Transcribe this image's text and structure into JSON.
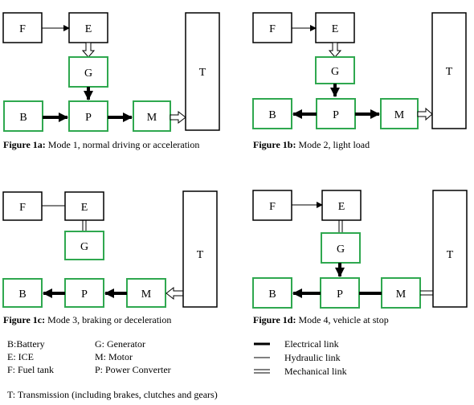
{
  "labels": {
    "F": "F",
    "E": "E",
    "G": "G",
    "B": "B",
    "P": "P",
    "M": "M",
    "T": "T"
  },
  "panels": [
    {
      "fig": "Figure 1a:",
      "desc": " Mode 1, normal driving or acceleration"
    },
    {
      "fig": "Figure 1b:",
      "desc": " Mode 2, light load"
    },
    {
      "fig": "Figure 1c:",
      "desc": " Mode 3, braking or deceleration"
    },
    {
      "fig": "Figure 1d:",
      "desc": " Mode 4, vehicle at stop"
    }
  ],
  "legend": {
    "components": [
      "B:Battery",
      "G: Generator",
      "E: ICE",
      "M: Motor",
      "F: Fuel tank",
      "P: Power Converter"
    ],
    "links": [
      "Electrical  link",
      "Hydraulic link",
      "Mechanical link"
    ],
    "transmission": "T: Transmission (including brakes, clutches and gears)"
  },
  "colors": {
    "green_box": "#2fa84f",
    "black": "#000000"
  }
}
